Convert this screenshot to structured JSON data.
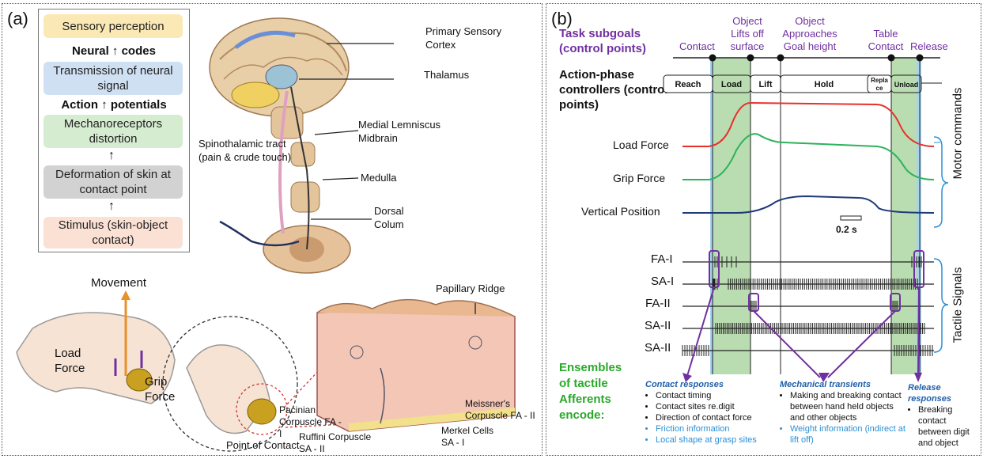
{
  "panel_a": {
    "label": "(a)",
    "flow": {
      "sensory": "Sensory perception",
      "neural_codes_left": "Neural",
      "neural_codes_right": "codes",
      "transmission": "Transmission of neural signal",
      "action_left": "Action",
      "action_right": "potentials",
      "mechano": "Mechanoreceptors distortion",
      "deformation": "Deformation of skin at contact point",
      "stimulus": "Stimulus (skin-object contact)"
    },
    "brain_labels": {
      "primary_sensory": "Primary Sensory Cortex",
      "thalamus": "Thalamus",
      "medial_lemniscus": "Medial Lemniscus Midbrain",
      "spinothalamic": "Spinothalamic tract (pain & crude touch)",
      "medulla": "Medulla",
      "dorsal": "Dorsal Colum"
    },
    "hand_labels": {
      "movement": "Movement",
      "load_force": "Load Force",
      "grip_force": "Grip Force",
      "point_of_contact": "Point of Contact"
    },
    "skin_labels": {
      "papillary_ridge": "Papillary Ridge",
      "pacinian": "Pacinian Corpuscle FA - I",
      "ruffini": "Ruffini Corpuscle SA - II",
      "merkel": "Merkel Cells SA - I",
      "meissner": "Meissner's Corpuscle FA - II"
    }
  },
  "panel_b": {
    "label": "(b)",
    "task_subgoals": "Task subgoals (control points)",
    "action_phase": "Action-phase controllers (control points)",
    "events": {
      "contact": "Contact",
      "lifts_off": "Object Lifts off surface",
      "approaches": "Object Approaches Goal height",
      "table_contact": "Table Contact",
      "release": "Release"
    },
    "phases": [
      "Reach",
      "Load",
      "Lift",
      "Hold",
      "Repla ce",
      "Unload"
    ],
    "signals": {
      "load_force": "Load Force",
      "grip_force": "Grip Force",
      "vertical_position": "Vertical Position",
      "scale": "0.2 s",
      "motor_commands": "Motor commands",
      "tactile_signals": "Tactile Signals"
    },
    "afferents": [
      "FA-I",
      "SA-I",
      "FA-II",
      "SA-II",
      "SA-II"
    ],
    "ensembles": "Ensembles of tactile Afferents encode:",
    "contact_responses": {
      "title": "Contact responses",
      "items_dark": [
        "Contact timing",
        "Contact sites re.digit",
        "Direction of contact force"
      ],
      "items_blue": [
        "Friction information",
        "Local shape at grasp sites"
      ]
    },
    "mechanical_transients": {
      "title": "Mechanical transients",
      "items_dark": [
        "Making and breaking contact between hand held objects and other objects"
      ],
      "items_blue": [
        "Weight information (indirect at lift off)"
      ]
    },
    "release_responses": {
      "title": "Release responses",
      "items_dark": [
        "Breaking contact between digit and object"
      ]
    },
    "colors": {
      "load": "#e8302a",
      "grip": "#2bb35a",
      "position": "#1f3a7a",
      "green_band": "#b9dcb0",
      "blue_band": "#a9d3ec",
      "purple": "#7030a0"
    }
  }
}
